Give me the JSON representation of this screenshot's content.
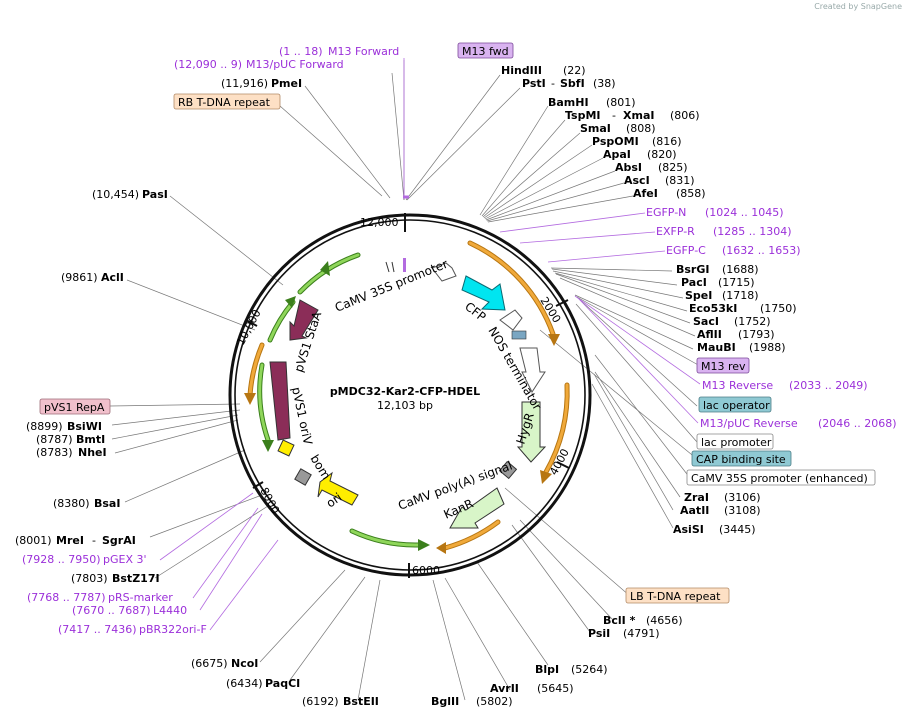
{
  "credit": "Created by SnapGene",
  "plasmid": {
    "name": "pMDC32-Kar2-CFP-HDEL",
    "size": "12,103 bp"
  },
  "ruler": [
    "12,000",
    "2000",
    "4000",
    "6000",
    "8000",
    "10,000"
  ],
  "features_on_map": [
    "CaMV 35S promoter",
    "CFP",
    "NOS terminator",
    "HygR",
    "CaMV poly(A) signal",
    "KanR",
    "ori",
    "bom",
    "pVS1 oriV",
    "pVS1 StaA"
  ],
  "boxed_features": {
    "m13fwd": "M13 fwd",
    "rb": "RB T-DNA repeat",
    "repa": "pVS1 RepA",
    "m13rev": "M13 rev",
    "lacop": "lac operator",
    "lacprom": "lac promoter",
    "cap": "CAP binding site",
    "camv_enh": "CaMV 35S promoter (enhanced)",
    "lb": "LB T-DNA repeat"
  },
  "primers": {
    "m13fwd_pos": "(1 .. 18)",
    "m13fwd_name": "M13 Forward",
    "m13puc_pos": "(12,090 .. 9)",
    "m13puc_name": "M13/pUC Forward",
    "egfpn_name": "EGFP-N",
    "egfpn_pos": "(1024 .. 1045)",
    "exfpr_name": "EXFP-R",
    "exfpr_pos": "(1285 .. 1304)",
    "egfpc_name": "EGFP-C",
    "egfpc_pos": "(1632 .. 1653)",
    "m13rev_name": "M13 Reverse",
    "m13rev_pos": "(2033 .. 2049)",
    "m13pucrev_name": "M13/pUC Reverse",
    "m13pucrev_pos": "(2046 .. 2068)",
    "pgex_pos": "(7928 .. 7950)",
    "pgex_name": "pGEX 3'",
    "prs_pos": "(7768 .. 7787)",
    "prs_name": "pRS-marker",
    "l4440_pos": "(7670 .. 7687)",
    "l4440_name": "L4440",
    "pbr_pos": "(7417 .. 7436)",
    "pbr_name": "pBR322ori-F"
  },
  "sites": {
    "hindiii": "HindIII",
    "hindiii_pos": "(22)",
    "psti": "PstI",
    "sbfi": "SbfI",
    "sbfi_pos": "(38)",
    "bamhi": "BamHI",
    "bamhi_pos": "(801)",
    "tspmi": "TspMI",
    "xmai": "XmaI",
    "xmai_pos": "(806)",
    "smai": "SmaI",
    "smai_pos": "(808)",
    "pspomi": "PspOMI",
    "pspomi_pos": "(816)",
    "apai": "ApaI",
    "apai_pos": "(820)",
    "absi": "AbsI",
    "absi_pos": "(825)",
    "asci": "AscI",
    "asci_pos": "(831)",
    "afei": "AfeI",
    "afei_pos": "(858)",
    "bsrgi": "BsrGI",
    "bsrgi_pos": "(1688)",
    "paci": "PacI",
    "paci_pos": "(1715)",
    "spei": "SpeI",
    "spei_pos": "(1718)",
    "eco53ki": "Eco53kI",
    "eco53ki_pos": "(1750)",
    "saci": "SacI",
    "saci_pos": "(1752)",
    "aflii": "AflII",
    "aflii_pos": "(1793)",
    "maubi": "MauBI",
    "maubi_pos": "(1988)",
    "zrai": "ZraI",
    "zrai_pos": "(3106)",
    "aatii": "AatII",
    "aatii_pos": "(3108)",
    "asisi": "AsiSI",
    "asisi_pos": "(3445)",
    "bcli": "BclI *",
    "bcli_pos": "(4656)",
    "psti2": "PsiI",
    "psti2_pos": "(4791)",
    "blpi": "BlpI",
    "blpi_pos": "(5264)",
    "avrii": "AvrII",
    "avrii_pos": "(5645)",
    "bglii": "BglII",
    "bglii_pos": "(5802)",
    "bsteii": "BstEII",
    "bsteii_pos": "(6192)",
    "paqci": "PaqCI",
    "paqci_pos": "(6434)",
    "ncoi": "NcoI",
    "ncoi_pos": "(6675)",
    "bstz17i": "BstZ17I",
    "bstz17i_pos": "(7803)",
    "mrei": "MreI",
    "sgrai": "SgrAI",
    "mrei_pos": "(8001)",
    "bsai": "BsaI",
    "bsai_pos": "(8380)",
    "nhei": "NheI",
    "nhei_pos": "(8783)",
    "bmti": "BmtI",
    "bmti_pos": "(8787)",
    "bsiwi": "BsiWI",
    "bsiwi_pos": "(8899)",
    "acli": "AclI",
    "acli_pos": "(9861)",
    "pasi": "PasI",
    "pasi_pos": "(10,454)",
    "pmei": "PmeI",
    "pmei_pos": "(11,916)"
  },
  "colors": {
    "primer": "#9b30d9",
    "m13fwd_fill": "#d9b3f0",
    "rb_fill": "#fde0c5",
    "repa_fill": "#f1c0cc",
    "lacop_fill": "#8fc9d3",
    "cds_hyg": "#d8f5c8",
    "cfp": "#00e5f0",
    "ori": "#ffee00",
    "stA": "#8b2d58",
    "arrow_orange": "#d88a13",
    "arrow_green": "#5fb32c"
  }
}
